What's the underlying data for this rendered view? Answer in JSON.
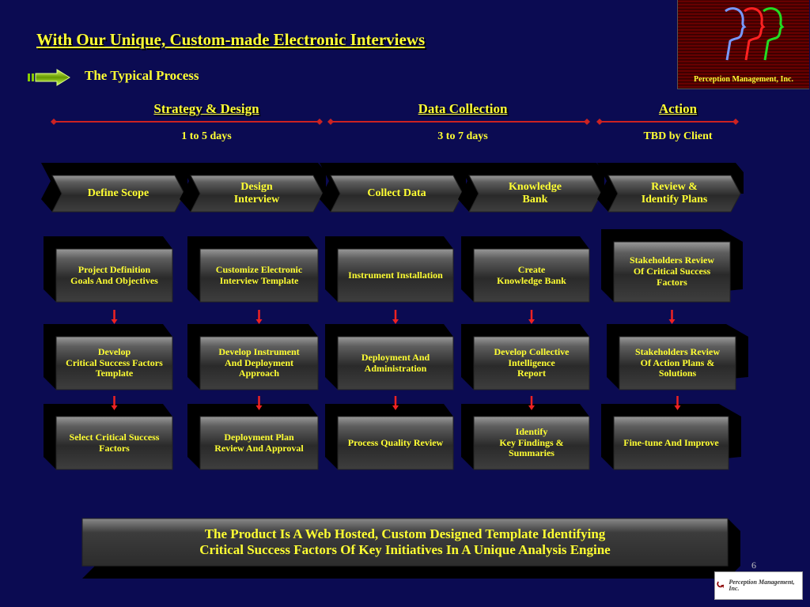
{
  "title": "With Our Unique, Custom-made Electronic Interviews",
  "subtitle": "The Typical Process",
  "company_logo_text": "Perception Management, Inc.",
  "corner_logo_text": "Perception Management, Inc.",
  "page_number": "6",
  "phases": [
    {
      "title": "Strategy & Design",
      "duration": "1 to 5 days"
    },
    {
      "title": "Data Collection",
      "duration": "3 to 7 days"
    },
    {
      "title": "Action",
      "duration": "TBD by Client"
    }
  ],
  "stages": [
    {
      "label": "Define Scope",
      "tasks": [
        "Project  Definition\nGoals And Objectives",
        "Develop\nCritical Success Factors\nTemplate",
        "Select  Critical Success\nFactors"
      ]
    },
    {
      "label": "Design\nInterview",
      "tasks": [
        "Customize Electronic\nInterview Template",
        "Develop Instrument\nAnd Deployment\nApproach",
        "Deployment Plan\nReview And Approval"
      ]
    },
    {
      "label": "Collect Data",
      "tasks": [
        "Instrument Installation",
        "Deployment And\nAdministration",
        "Process Quality Review"
      ]
    },
    {
      "label": "Knowledge\nBank",
      "tasks": [
        "Create\nKnowledge Bank",
        "Develop Collective\nIntelligence\nReport",
        "Identify\nKey Findings &\nSummaries"
      ]
    },
    {
      "label": "Review &\nIdentify Plans",
      "tasks": [
        "Stakeholders Review\nOf Critical Success\nFactors",
        "Stakeholders Review\nOf  Action Plans &\nSolutions",
        "Fine-tune And Improve"
      ]
    }
  ],
  "bottom_text": "The Product Is A Web Hosted, Custom Designed Template Identifying\nCritical Success Factors Of Key Initiatives In A Unique Analysis Engine",
  "colors": {
    "background": "#0b0b52",
    "text": "#ffff33",
    "phase_line": "#cc2222",
    "arrow": "#ee2222"
  }
}
